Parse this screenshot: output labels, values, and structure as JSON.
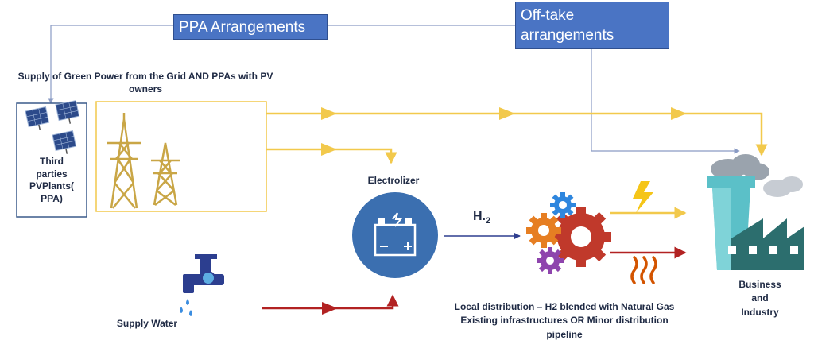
{
  "boxes": {
    "ppa": "PPA Arrangements",
    "offtake_line1": "Off-take",
    "offtake_line2": "arrangements"
  },
  "labels": {
    "supply_green_line1": "Supply of Green Power from the Grid AND PPAs with PV",
    "supply_green_line2": "owners",
    "third_line1": "Third",
    "third_line2": "parties",
    "third_line3": "PVPlants(",
    "third_line4": "PPA)",
    "electrolizer": "Electrolizer",
    "h2_main": "H.",
    "h2_sub": "2",
    "supply_water": "Supply Water",
    "local_line1": "Local distribution – H2 blended with Natural Gas",
    "local_line2": "Existing infrastructures OR Minor distribution",
    "local_line3": "pipeline",
    "business_line1": "Business",
    "business_line2": "and",
    "business_line3": "Industry"
  },
  "colors": {
    "power_line": "#f2c94c",
    "water_line": "#b22222",
    "h2_line": "#2f3e8f",
    "connector": "#8a9bc4",
    "box_blue": "#4a74c4",
    "electrolizer": "#3b6fb0",
    "gear_red": "#c0392b",
    "gear_orange": "#e67e22",
    "gear_blue": "#2e86de",
    "gear_purple": "#8e44ad",
    "factory_teal": "#2c6e6e",
    "tower_cyan": "#5bc0c8"
  }
}
